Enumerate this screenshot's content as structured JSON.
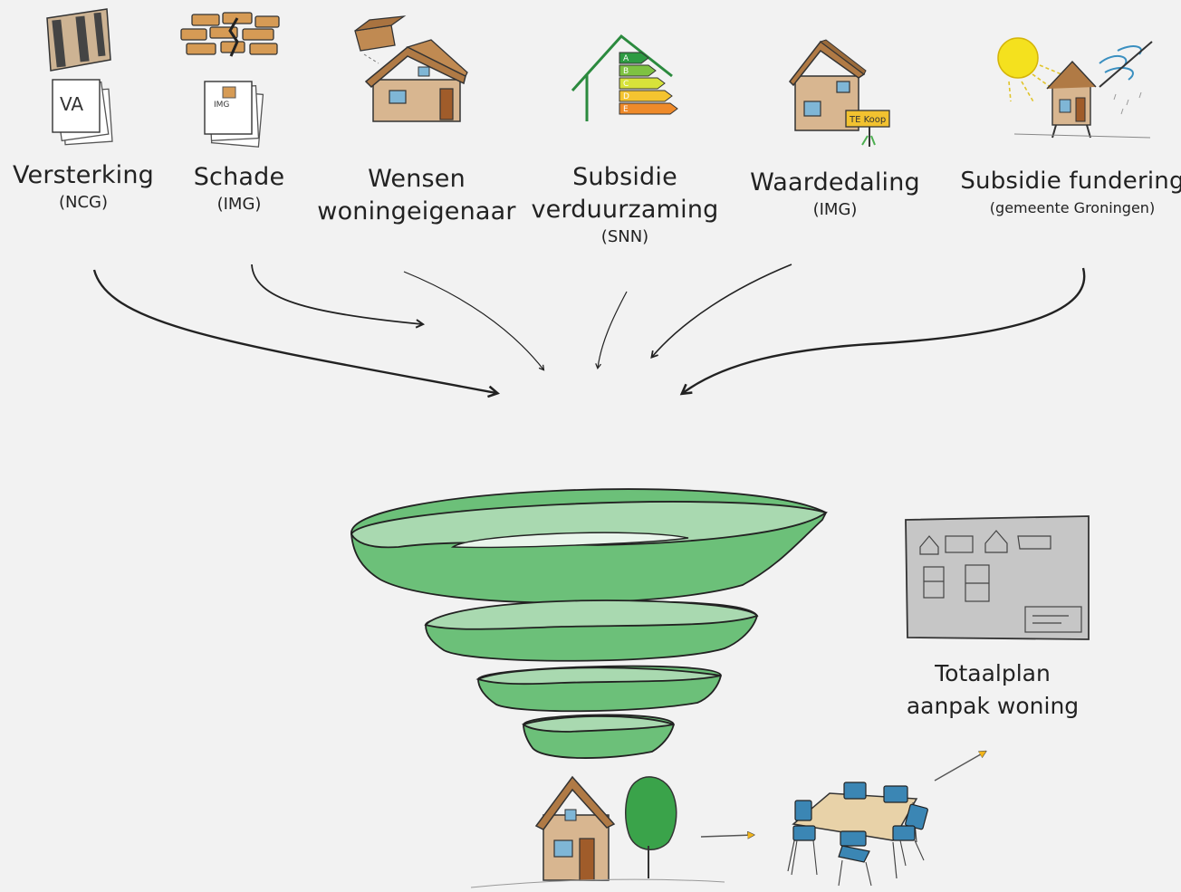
{
  "sources": [
    {
      "title": "Versterking",
      "sub": "(NCG)",
      "icon": "wall-brace-and-document-icon"
    },
    {
      "title": "Schade",
      "sub": "(IMG)",
      "icon": "damaged-brick-wall-icon"
    },
    {
      "title": "Wensen",
      "title2": "woningeigenaar",
      "icon": "house-roof-upgrade-icon"
    },
    {
      "title": "Subsidie",
      "title2": "verduurzaming",
      "sub": "(SNN)",
      "icon": "energy-label-house-icon"
    },
    {
      "title": "Waardedaling",
      "sub": "(IMG)",
      "icon": "house-for-sale-icon"
    },
    {
      "title": "Subsidie fundering",
      "sub": "(gemeente Groningen)",
      "icon": "house-sun-and-weather-icon"
    }
  ],
  "document_labels": {
    "va": "VA",
    "img": "IMG",
    "sign": "TE Koop"
  },
  "energy_letters": [
    "A",
    "B",
    "C",
    "D",
    "E"
  ],
  "result": {
    "line1": "Totaalplan",
    "line2": "aanpak woning"
  },
  "colors": {
    "funnel": "#6cc079",
    "funnel_inner": "#a9d9b0",
    "house_wall": "#d8b690",
    "roof": "#b07a45",
    "tree": "#3aa34a",
    "chair": "#3b86b4",
    "arrow_accent": "#f2b51a"
  }
}
